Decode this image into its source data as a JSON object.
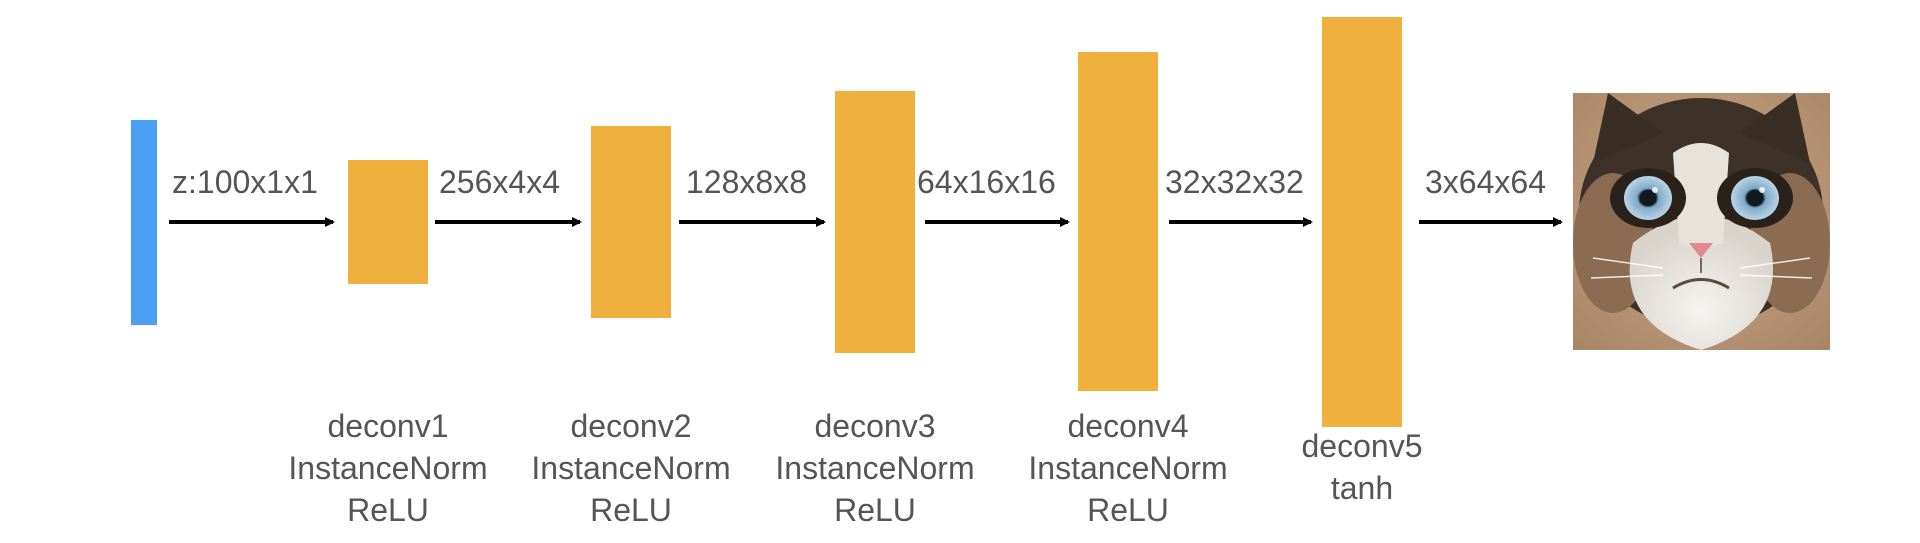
{
  "colors": {
    "input": "#4A9FF5",
    "layer": "#F0B03D",
    "arrow": "#000000",
    "text": "#555555"
  },
  "input": {
    "label": "z:100x1x1"
  },
  "edges": [
    "z:100x1x1",
    "256x4x4",
    "128x8x8",
    "64x16x16",
    "32x32x32",
    "3x64x64"
  ],
  "layers": [
    {
      "lines": [
        "deconv1",
        "InstanceNorm",
        "ReLU"
      ]
    },
    {
      "lines": [
        "deconv2",
        "InstanceNorm",
        "ReLU"
      ]
    },
    {
      "lines": [
        "deconv3",
        "InstanceNorm",
        "ReLU"
      ]
    },
    {
      "lines": [
        "deconv4",
        "InstanceNorm",
        "ReLU"
      ]
    },
    {
      "lines": [
        "deconv5",
        "tanh"
      ]
    }
  ],
  "output": {
    "icon": "grumpy-cat-face-image"
  }
}
